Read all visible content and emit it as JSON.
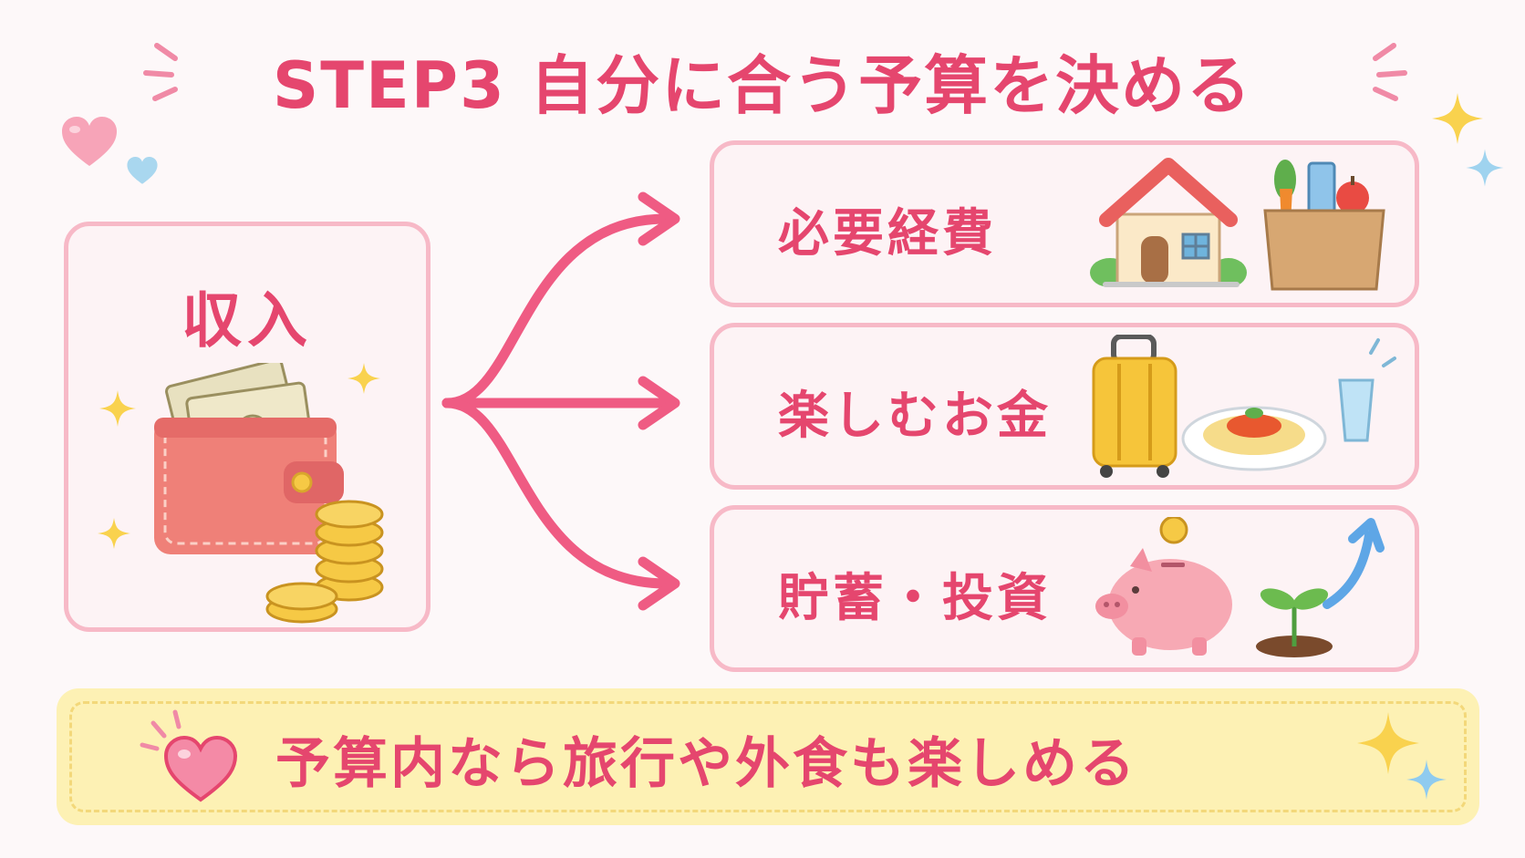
{
  "title": "STEP3 自分に合う予算を決める",
  "income": {
    "label": "収入",
    "icon": "wallet-with-coins-icon"
  },
  "categories": [
    {
      "label": "必要経費",
      "icons": [
        "house-icon",
        "grocery-bag-icon"
      ]
    },
    {
      "label": "楽しむお金",
      "icons": [
        "suitcase-icon",
        "pasta-plate-icon",
        "water-glass-icon"
      ]
    },
    {
      "label": "貯蓄・投資",
      "icons": [
        "piggy-bank-icon",
        "sprout-growth-icon"
      ]
    }
  ],
  "banner": {
    "text": "予算内なら旅行や外食も楽しめる",
    "icon": "heart-icon"
  },
  "colors": {
    "accent": "#e5466e",
    "card_border": "#f7b9c7",
    "card_bg": "#fdf3f5",
    "banner_bg": "#fdf1b4",
    "arrow": "#ef5b83"
  }
}
